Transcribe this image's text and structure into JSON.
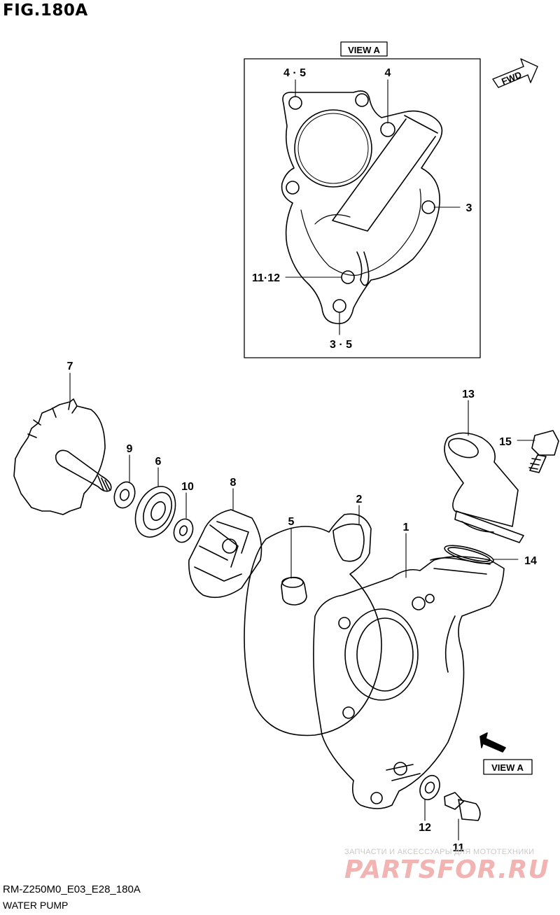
{
  "figure": {
    "title": "FIG.180A",
    "code": "RM-Z250M0_E03_E28_180A",
    "subtitle": "WATER PUMP"
  },
  "view_box_label": "VIEW A",
  "view_arrow_label": "VIEW A",
  "fwd_label": "FWD",
  "view_callouts": [
    "4 · 5",
    "4",
    "3",
    "11·12",
    "3 · 5"
  ],
  "parts": [
    "1",
    "2",
    "5",
    "6",
    "7",
    "8",
    "9",
    "10",
    "11",
    "12",
    "13",
    "14",
    "15"
  ],
  "watermark": {
    "small": "ЗАПЧАСТИ И АКСЕССУАРЫ ДЛЯ МОТОТЕХНИКИ",
    "big": "PARTSFOR.RU"
  }
}
